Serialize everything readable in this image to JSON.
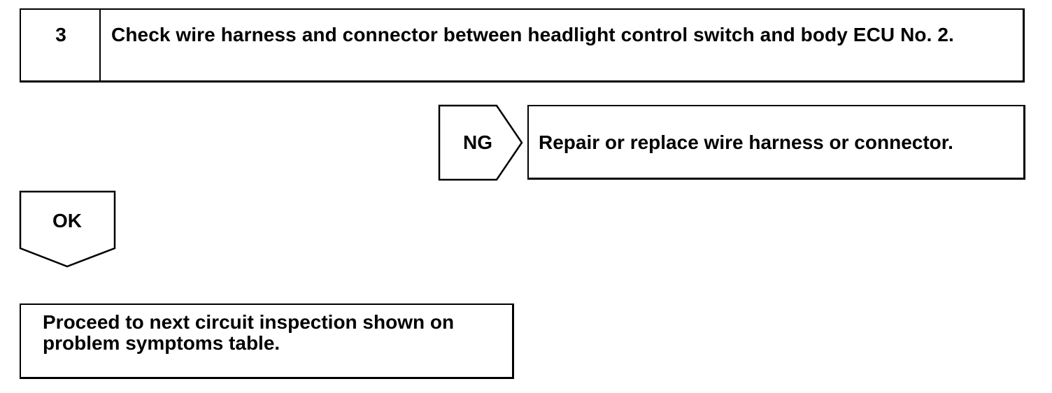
{
  "step": {
    "number": "3",
    "title": "Check wire harness and connector between headlight control switch and body ECU No. 2."
  },
  "ng_branch": {
    "label": "NG",
    "action": "Repair or replace wire harness or connector."
  },
  "ok_branch": {
    "label": "OK",
    "action": "Proceed to next circuit inspection shown on problem symptoms table."
  }
}
